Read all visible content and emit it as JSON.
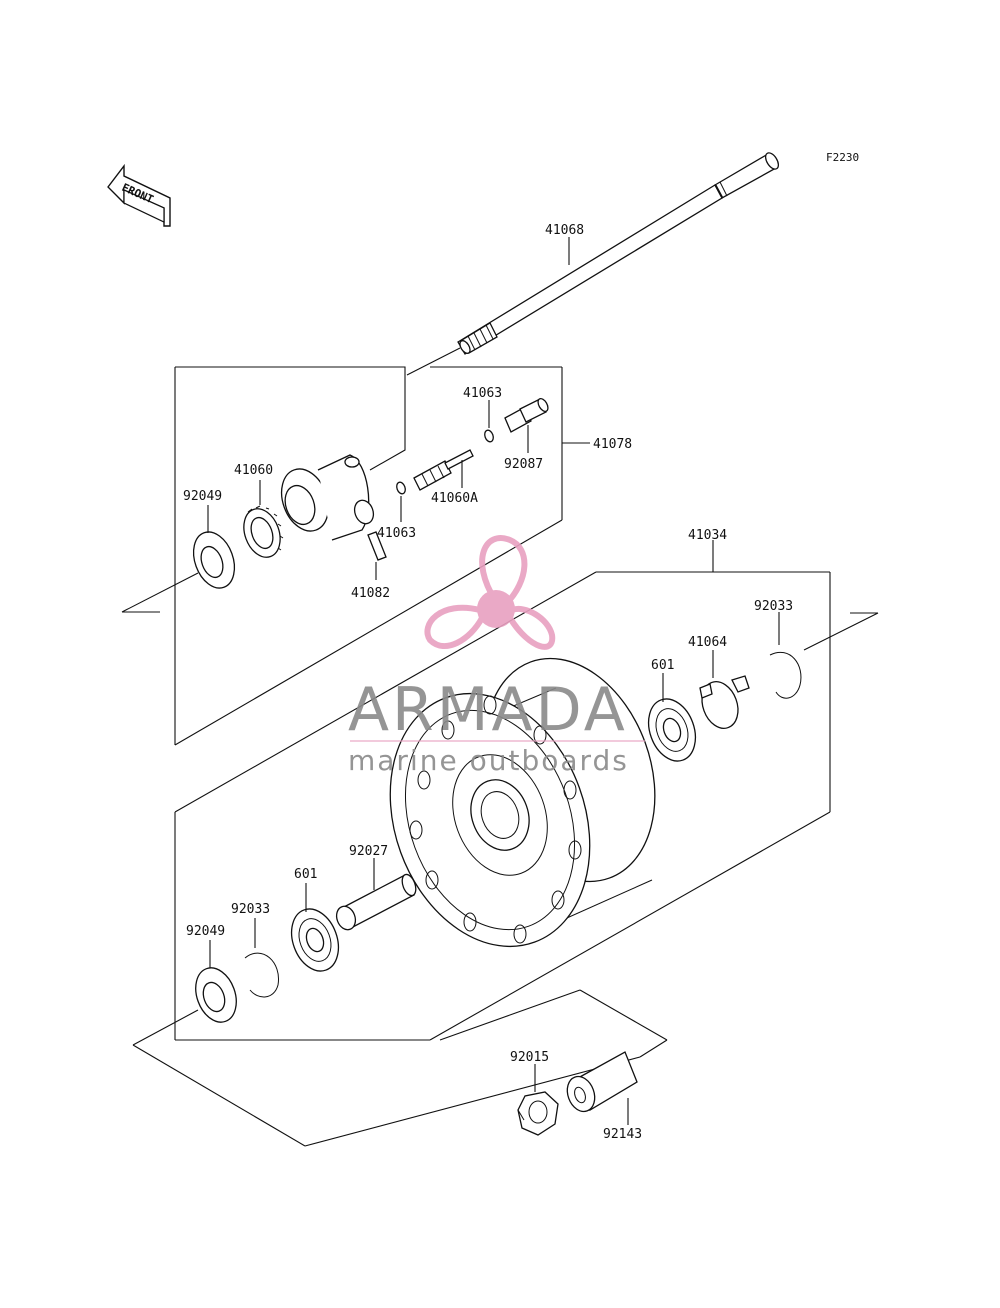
{
  "diagram": {
    "figure_code": "F2230",
    "front_label": "FRONT",
    "parts": [
      {
        "id": "p41068",
        "number": "41068"
      },
      {
        "id": "p41063a",
        "number": "41063"
      },
      {
        "id": "p92087",
        "number": "92087"
      },
      {
        "id": "p41078",
        "number": "41078"
      },
      {
        "id": "p41060",
        "number": "41060"
      },
      {
        "id": "p92049a",
        "number": "92049"
      },
      {
        "id": "p41060A",
        "number": "41060A"
      },
      {
        "id": "p41063b",
        "number": "41063"
      },
      {
        "id": "p41082",
        "number": "41082"
      },
      {
        "id": "p41034",
        "number": "41034"
      },
      {
        "id": "p92033a",
        "number": "92033"
      },
      {
        "id": "p41064",
        "number": "41064"
      },
      {
        "id": "p601a",
        "number": "601"
      },
      {
        "id": "p92027",
        "number": "92027"
      },
      {
        "id": "p601b",
        "number": "601"
      },
      {
        "id": "p92033b",
        "number": "92033"
      },
      {
        "id": "p92049b",
        "number": "92049"
      },
      {
        "id": "p92015",
        "number": "92015"
      },
      {
        "id": "p92143",
        "number": "92143"
      }
    ]
  },
  "watermark": {
    "brand": "ARMADA",
    "tagline": "marine outboards",
    "color": "#e8a0c0"
  }
}
